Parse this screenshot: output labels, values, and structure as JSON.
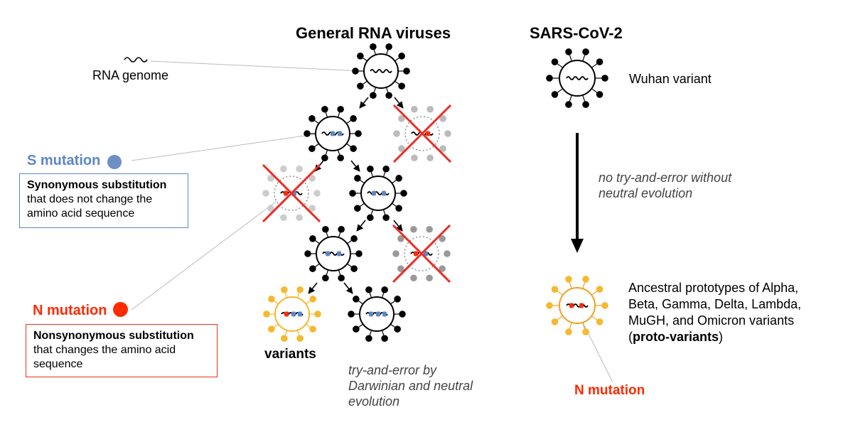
{
  "headers": {
    "general": "General RNA viruses",
    "sars": "SARS-CoV-2"
  },
  "left": {
    "rna_genome": "RNA genome",
    "s_mutation": "S mutation",
    "syn_title": "Synonymous substitution",
    "syn_desc": "that does not change the amino acid sequence",
    "n_mutation": "N mutation",
    "nonsyn_title": "Nonsynonymous substitution",
    "nonsyn_desc": "that changes the amino acid sequence"
  },
  "middle": {
    "variants": "variants",
    "try_error": "try-and-error by Darwinian and neutral evolution"
  },
  "right": {
    "wuhan": "Wuhan variant",
    "no_try": "no try-and-error without neutral evolution",
    "ancestral_prefix": "Ancestral prototypes of Alpha, Beta, Gamma, Delta, Lambda, MuGH, and Omicron variants (",
    "proto_variants": "proto-variants",
    "ancestral_suffix": ")",
    "n_mutation": "N mutation"
  },
  "colors": {
    "s_mutation": "#5b87c5",
    "n_mutation": "#ff2a00",
    "variant_gold": "#f5b830",
    "dead_gray": "#bbbbbb",
    "syn_box_border": "#5b87c5",
    "nonsyn_box_border": "#e8311e"
  }
}
